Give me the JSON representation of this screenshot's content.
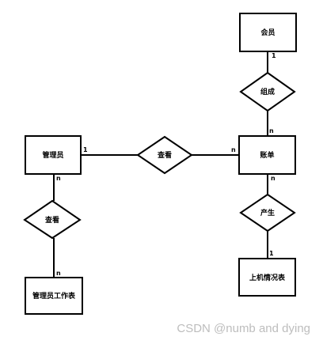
{
  "diagram": {
    "entities": {
      "member": "会员",
      "bill": "账单",
      "admin": "管理员",
      "admin_sheet": "管理员工作表",
      "usage": "上机情况表"
    },
    "relations": {
      "compose": "组成",
      "view_top": "查看",
      "view_left": "查看",
      "produce": "产生"
    },
    "cardinalities": {
      "member_side": "1",
      "bill_compose_side": "n",
      "admin_view_side": "1",
      "bill_view_side": "n",
      "admin_down_side": "n",
      "sheet_side": "n",
      "bill_produce_side": "n",
      "usage_side": "1"
    }
  },
  "watermark": "CSDN @numb and dying"
}
